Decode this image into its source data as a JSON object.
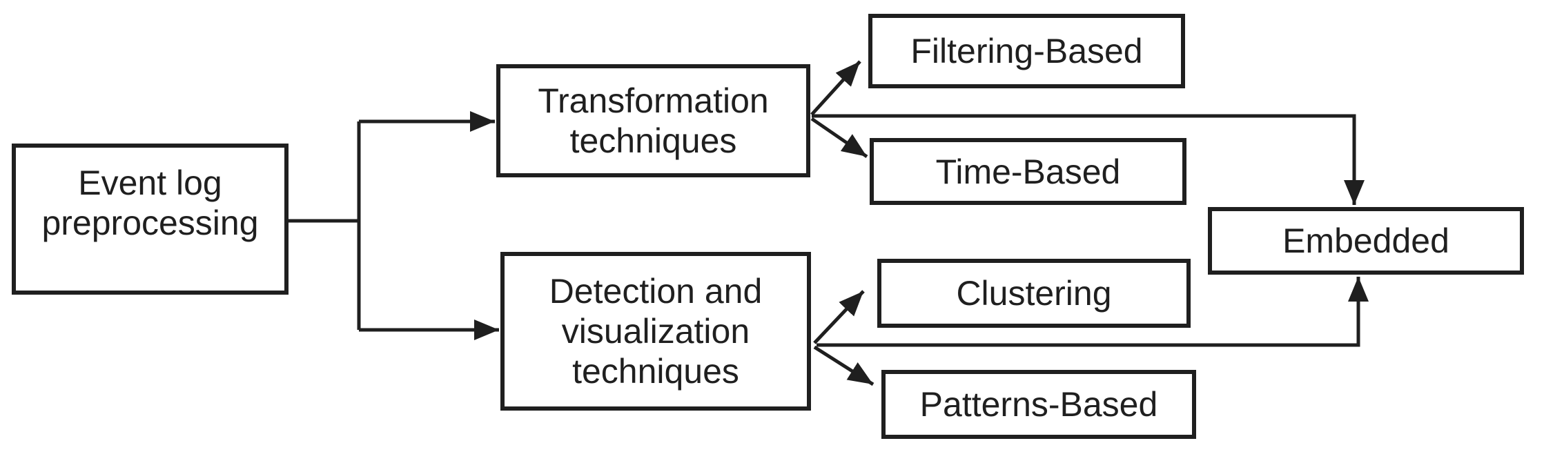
{
  "diagram": {
    "title_implicit": "Event log preprocessing techniques taxonomy",
    "background_color": "#ffffff",
    "line_color": "#1f1f1f",
    "text_color": "#1f1f1f",
    "nodes": {
      "event_log": {
        "label": "Event log\npreprocessing"
      },
      "transformation": {
        "label": "Transformation\ntechniques"
      },
      "detection": {
        "label": "Detection and\nvisualization\ntechniques"
      },
      "filtering": {
        "label": "Filtering-Based"
      },
      "time": {
        "label": "Time-Based"
      },
      "clustering": {
        "label": "Clustering"
      },
      "patterns": {
        "label": "Patterns-Based"
      },
      "embedded": {
        "label": "Embedded"
      }
    },
    "edges": [
      {
        "from": "event_log",
        "to": "transformation",
        "arrow": true
      },
      {
        "from": "event_log",
        "to": "detection",
        "arrow": true
      },
      {
        "from": "transformation",
        "to": "filtering",
        "arrow": true
      },
      {
        "from": "transformation",
        "to": "time",
        "arrow": true
      },
      {
        "from": "transformation",
        "to": "embedded",
        "arrow": true
      },
      {
        "from": "detection",
        "to": "clustering",
        "arrow": true
      },
      {
        "from": "detection",
        "to": "patterns",
        "arrow": true
      },
      {
        "from": "detection",
        "to": "embedded",
        "arrow": true
      }
    ]
  }
}
